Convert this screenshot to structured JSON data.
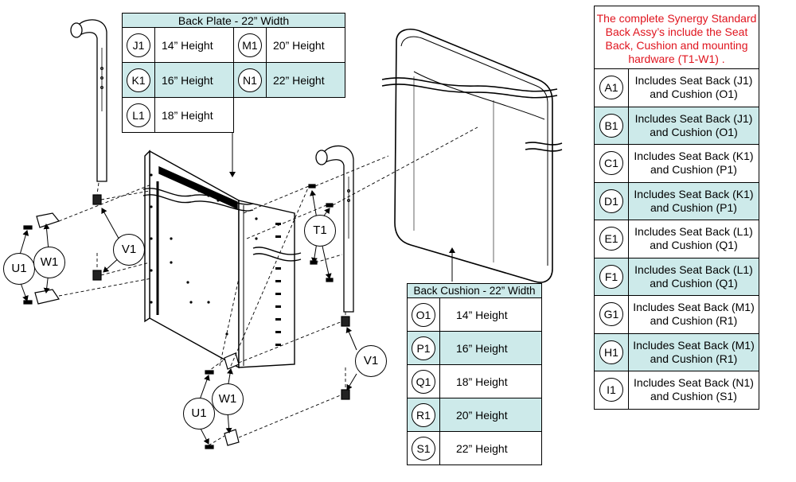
{
  "back_plate": {
    "title": "Back Plate - 22” Width",
    "rows": [
      [
        {
          "code": "J1",
          "label": "14” Height"
        },
        {
          "code": "M1",
          "label": "20” Height"
        }
      ],
      [
        {
          "code": "K1",
          "label": "16” Height"
        },
        {
          "code": "N1",
          "label": "22” Height"
        }
      ],
      [
        {
          "code": "L1",
          "label": "18” Height"
        }
      ]
    ]
  },
  "back_cushion": {
    "title": "Back Cushion - 22” Width",
    "rows": [
      {
        "code": "O1",
        "label": "14” Height"
      },
      {
        "code": "P1",
        "label": "16” Height"
      },
      {
        "code": "Q1",
        "label": "18” Height"
      },
      {
        "code": "R1",
        "label": "20” Height"
      },
      {
        "code": "S1",
        "label": "22” Height"
      }
    ]
  },
  "assembly": {
    "note": "The complete Synergy Standard Back Assy’s include the Seat Back, Cushion and mounting  hardware (T1-W1) .",
    "rows": [
      {
        "code": "A1",
        "line1": "Includes Seat Back (J1)",
        "line2": "and Cushion (O1)"
      },
      {
        "code": "B1",
        "line1": "Includes Seat Back (J1)",
        "line2": "and Cushion (O1)"
      },
      {
        "code": "C1",
        "line1": "Includes Seat Back (K1)",
        "line2": "and Cushion (P1)"
      },
      {
        "code": "D1",
        "line1": "Includes Seat Back (K1)",
        "line2": "and Cushion (P1)"
      },
      {
        "code": "E1",
        "line1": "Includes Seat Back (L1)",
        "line2": "and Cushion (Q1)"
      },
      {
        "code": "F1",
        "line1": "Includes Seat Back (L1)",
        "line2": "and Cushion (Q1)"
      },
      {
        "code": "G1",
        "line1": "Includes Seat Back (M1)",
        "line2": "and Cushion (R1)"
      },
      {
        "code": "H1",
        "line1": "Includes Seat Back (M1)",
        "line2": "and Cushion (R1)"
      },
      {
        "code": "I1",
        "line1": "Includes Seat Back (N1)",
        "line2": "and Cushion (S1)"
      }
    ]
  },
  "callouts": {
    "U1_left": "U1",
    "W1_left": "W1",
    "V1_left": "V1",
    "T1": "T1",
    "U1_bottom": "U1",
    "W1_bottom": "W1",
    "V1_right": "V1"
  },
  "colors": {
    "highlight": "#cdeaea",
    "note_red": "#e0141e"
  }
}
